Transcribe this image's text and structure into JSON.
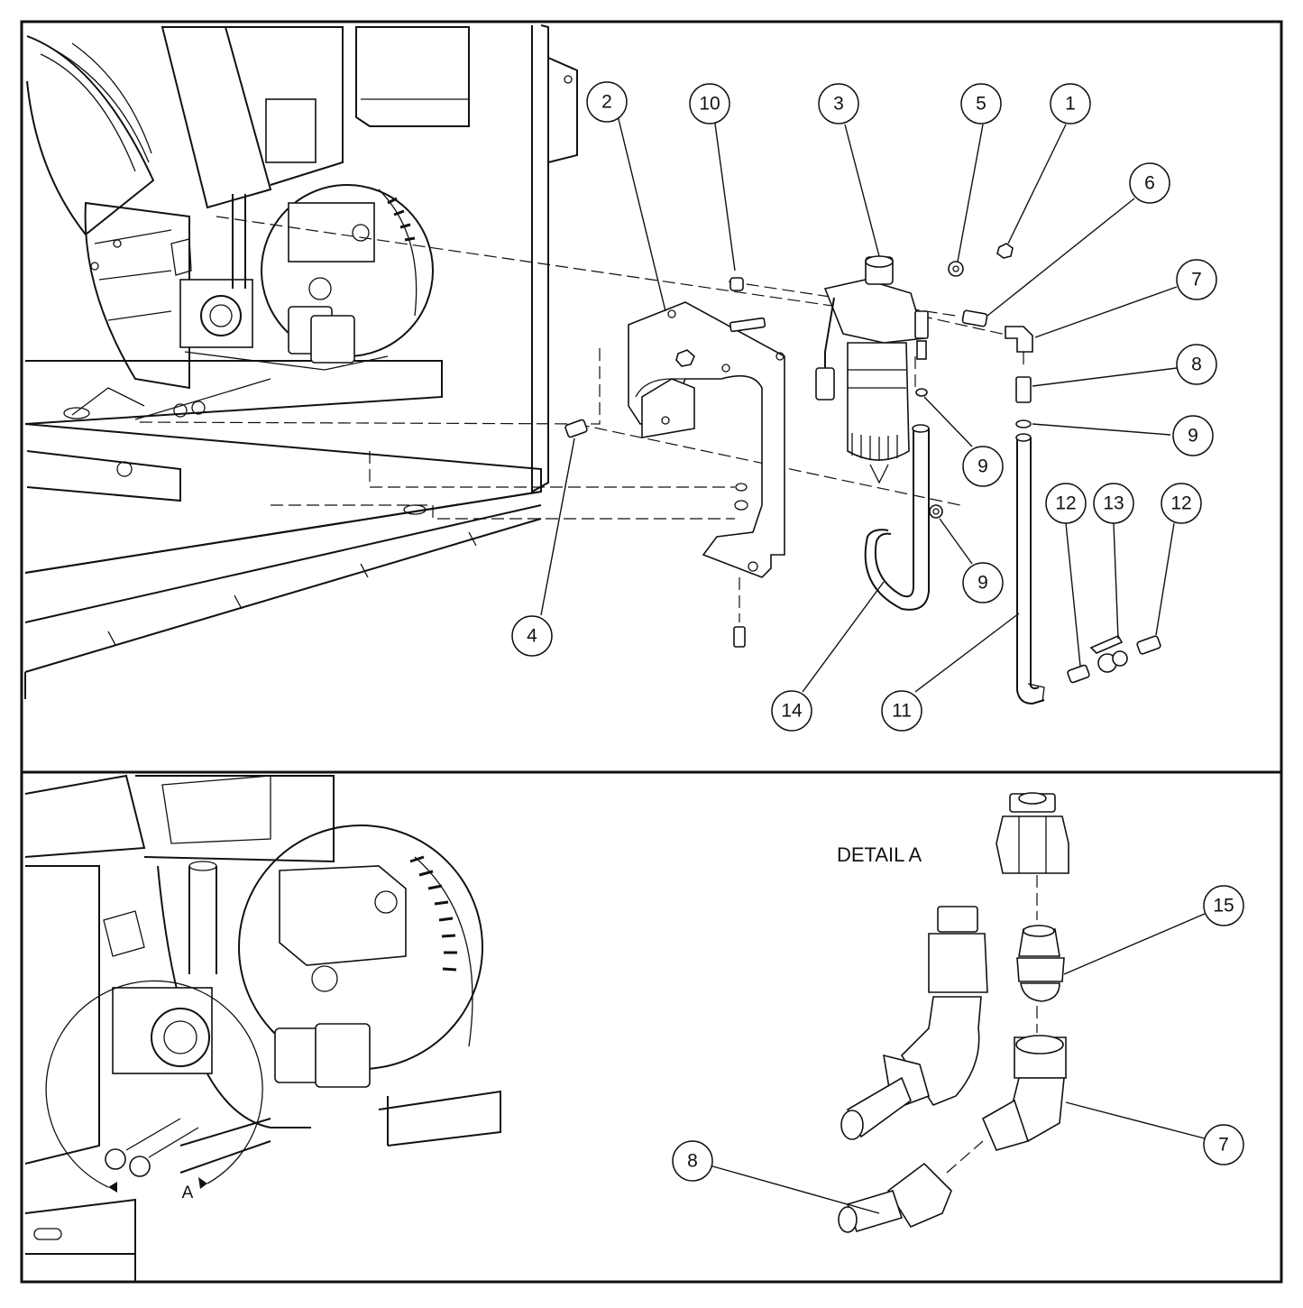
{
  "top_panel": {
    "callouts": [
      "1",
      "2",
      "3",
      "4",
      "5",
      "6",
      "7",
      "8",
      "9",
      "9",
      "9",
      "10",
      "11",
      "12",
      "12",
      "13",
      "14"
    ]
  },
  "bottom_panel": {
    "detail_title": "DETAIL A",
    "detail_marker": "A",
    "callouts": [
      "15",
      "7",
      "8"
    ]
  }
}
